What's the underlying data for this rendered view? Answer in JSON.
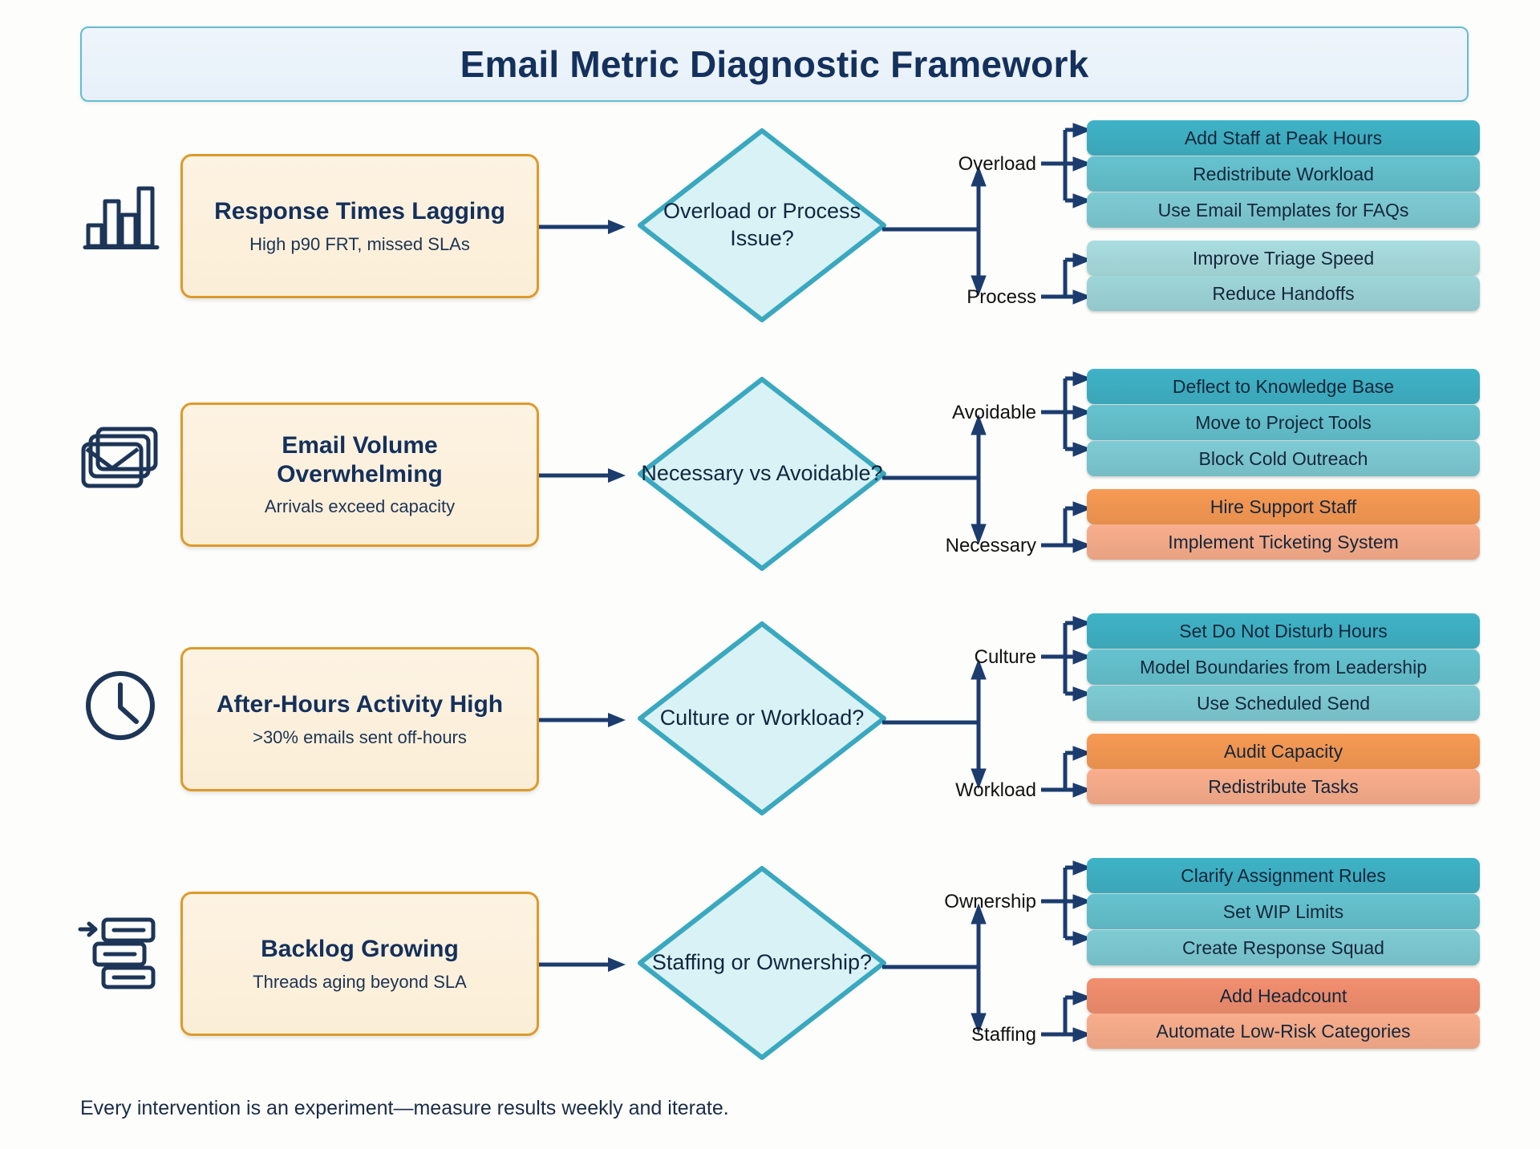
{
  "title": "Email Metric Diagnostic Framework",
  "footer": "Every intervention is an experiment—measure results weekly and iterate.",
  "colors": {
    "title_text": "#14305c",
    "title_bg": "#eef5fb",
    "title_border": "#62bcd0",
    "problem_fill": "#fbeed7",
    "problem_border": "#dd9a2a",
    "diamond_fill": "#d9f2f6",
    "diamond_border": "#3aa8bf",
    "connector": "#1c3c6e",
    "teal_dark": "#3fb3c6",
    "teal_mid": "#65c3cf",
    "teal_light": "#8dd1d7",
    "teal_pale": "#a9dde0",
    "orange_dark": "#f79a54",
    "orange_light": "#f9ae8c",
    "salmon": "#f28f6f"
  },
  "rows": [
    {
      "icon": "bar-chart-icon",
      "problem_title": "Response Times Lagging",
      "problem_sub": "High p90 FRT, missed SLAs",
      "decision": "Overload or Process Issue?",
      "branch_top_label": "Overload",
      "branch_bottom_label": "Process",
      "top_actions": [
        {
          "label": "Add Staff at Peak Hours",
          "color": "#3fb3c6"
        },
        {
          "label": "Redistribute Workload",
          "color": "#65c3cf"
        },
        {
          "label": "Use Email Templates for FAQs",
          "color": "#7ecbd4"
        }
      ],
      "bottom_actions": [
        {
          "label": "Improve Triage Speed",
          "color": "#a9dde0"
        },
        {
          "label": "Reduce Handoffs",
          "color": "#9ed6da"
        }
      ]
    },
    {
      "icon": "emails-stack-icon",
      "problem_title": "Email Volume Overwhelming",
      "problem_sub": "Arrivals exceed capacity",
      "decision": "Necessary vs Avoidable?",
      "branch_top_label": "Avoidable",
      "branch_bottom_label": "Necessary",
      "top_actions": [
        {
          "label": "Deflect to Knowledge Base",
          "color": "#3fb3c6"
        },
        {
          "label": "Move to Project Tools",
          "color": "#65c3cf"
        },
        {
          "label": "Block Cold Outreach",
          "color": "#7ecbd4"
        }
      ],
      "bottom_actions": [
        {
          "label": "Hire Support Staff",
          "color": "#f79a54"
        },
        {
          "label": "Implement Ticketing System",
          "color": "#f9ae8c"
        }
      ]
    },
    {
      "icon": "clock-icon",
      "problem_title": "After-Hours Activity High",
      "problem_sub": ">30% emails sent off-hours",
      "decision": "Culture or Workload?",
      "branch_top_label": "Culture",
      "branch_bottom_label": "Workload",
      "top_actions": [
        {
          "label": "Set Do Not Disturb Hours",
          "color": "#3fb3c6"
        },
        {
          "label": "Model Boundaries from Leadership",
          "color": "#65c3cf"
        },
        {
          "label": "Use Scheduled Send",
          "color": "#7ecbd4"
        }
      ],
      "bottom_actions": [
        {
          "label": "Audit Capacity",
          "color": "#f79a54"
        },
        {
          "label": "Redistribute Tasks",
          "color": "#f9ae8c"
        }
      ]
    },
    {
      "icon": "backlog-icon",
      "problem_title": "Backlog Growing",
      "problem_sub": "Threads aging beyond SLA",
      "decision": "Staffing or Ownership?",
      "branch_top_label": "Ownership",
      "branch_bottom_label": "Staffing",
      "top_actions": [
        {
          "label": "Clarify Assignment Rules",
          "color": "#3fb3c6"
        },
        {
          "label": "Set WIP Limits",
          "color": "#65c3cf"
        },
        {
          "label": "Create Response Squad",
          "color": "#7ecbd4"
        }
      ],
      "bottom_actions": [
        {
          "label": "Add Headcount",
          "color": "#f28f6f"
        },
        {
          "label": "Automate Low-Risk Categories",
          "color": "#f9ae8c"
        }
      ]
    }
  ]
}
